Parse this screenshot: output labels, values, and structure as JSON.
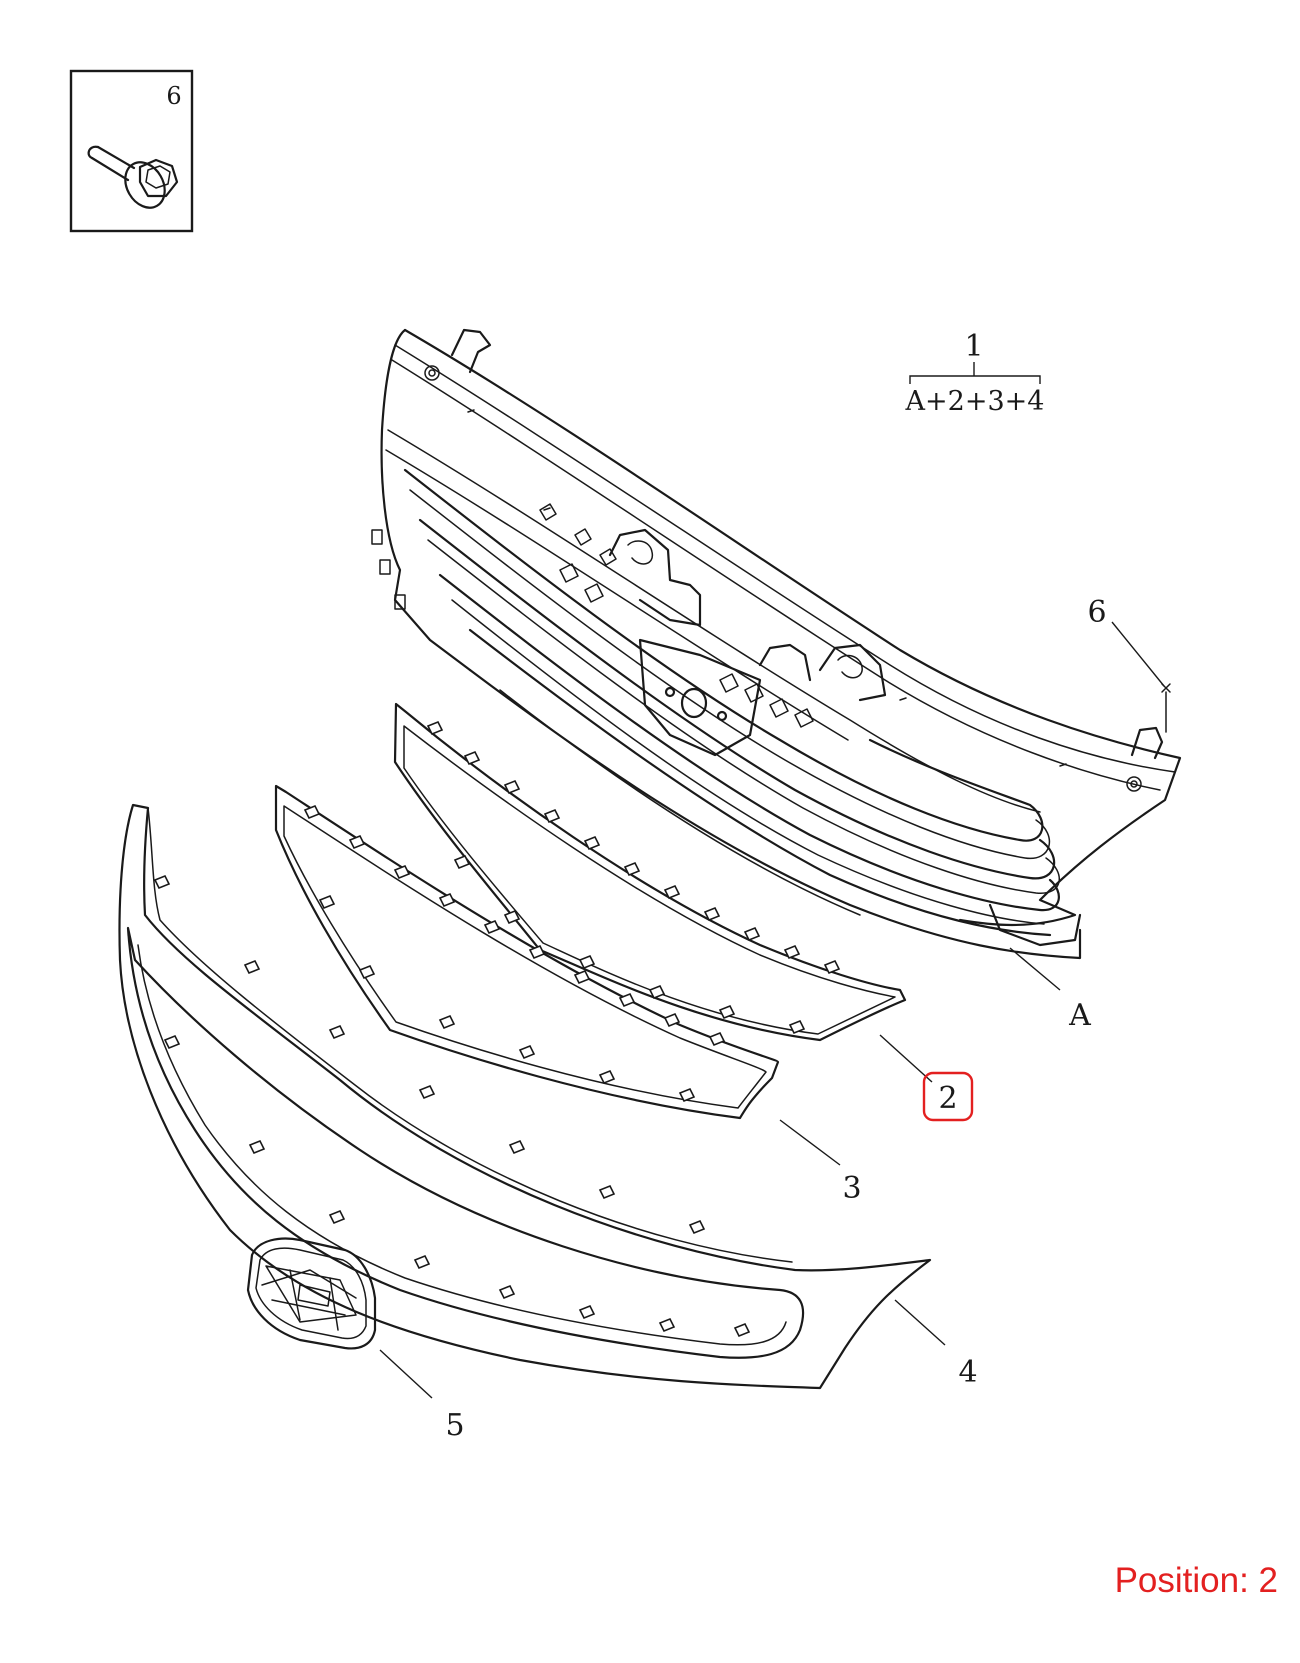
{
  "callouts": {
    "bolt_box": "6",
    "part_1": "1",
    "assembly_formula": "A+2+3+4",
    "part_6": "6",
    "part_A": "A",
    "part_2": "2",
    "part_3": "3",
    "part_4": "4",
    "part_5": "5"
  },
  "highlighted_callout": "2",
  "position_label": "Position: 2",
  "colors": {
    "line": "#1a1a1a",
    "highlight": "#e32020",
    "position_text": "#e32020",
    "background": "#ffffff"
  },
  "icons": {
    "bolt": "flange-bolt-icon",
    "fastener_marker": "cross-marker-icon",
    "badge": "brand-emblem-icon"
  }
}
